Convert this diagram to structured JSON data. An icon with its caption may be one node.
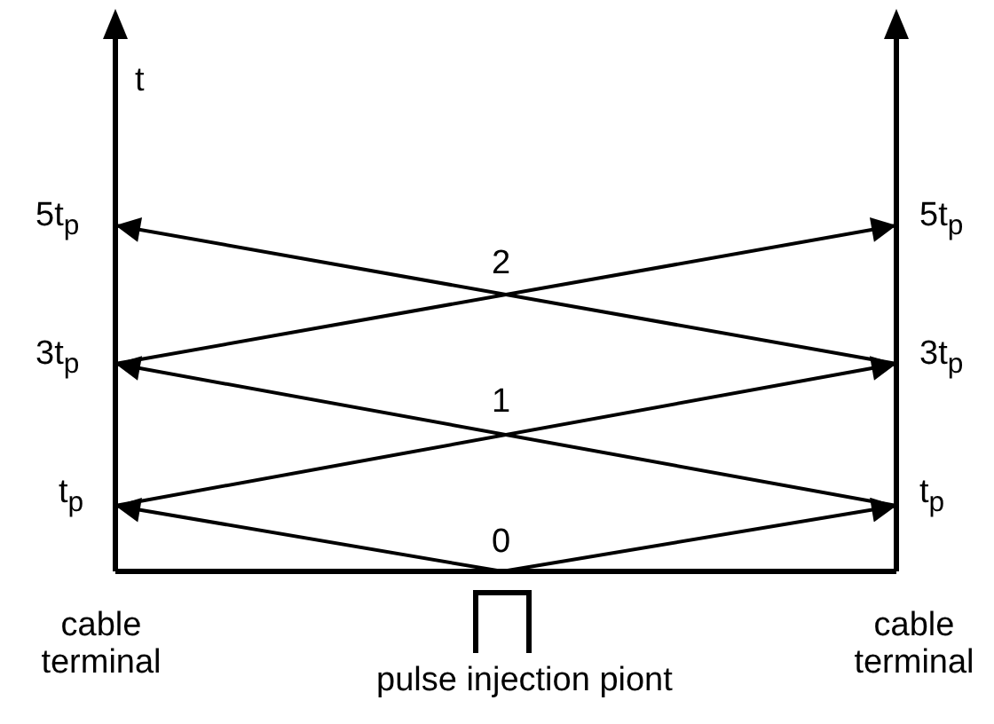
{
  "diagram": {
    "nodes": [
      {
        "text": [
          "pulse injection piont"
        ]
      },
      {
        "text": [
          "t$_{p}$"
        ]
      },
      {
        "text": [
          "3t$_{p}$"
        ]
      },
      {
        "text": [
          "5t$_{p}$"
        ]
      },
      {
        "text": [
          "t$_{p}$"
        ]
      },
      {
        "text": [
          "3t$_{p}$"
        ]
      },
      {
        "text": [
          "5t$_{p}$"
        ]
      }
    ],
    "edges": [
      {
        "from": 0,
        "to": 1,
        "arrow": "to"
      },
      {
        "from": 0,
        "to": 4,
        "arrow": "to"
      },
      {
        "from": 1,
        "to": 5,
        "arrow": "to"
      },
      {
        "from": 4,
        "to": 2,
        "arrow": "to"
      },
      {
        "from": 2,
        "to": 6,
        "arrow": "to"
      },
      {
        "from": 5,
        "to": 3,
        "arrow": "to"
      }
    ],
    "labels": [
      "t",
      "2",
      "1",
      "0",
      "cable terminal",
      "cable terminal"
    ]
  }
}
